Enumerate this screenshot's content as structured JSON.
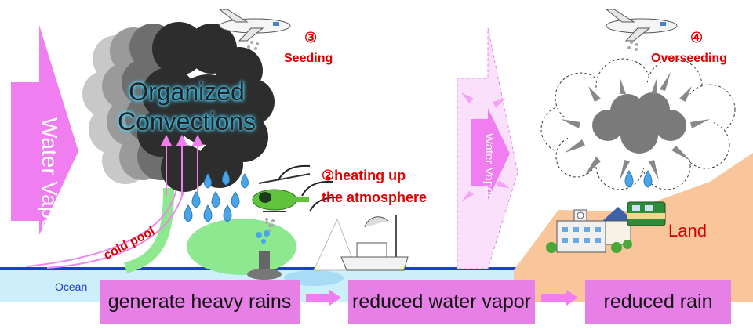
{
  "labels": {
    "water_vapor_left": "Water Vapor",
    "water_vapor_mid": "Water Vapor",
    "organized_line1": "Organized",
    "organized_line2": "Convections",
    "seeding_num": "③",
    "seeding": "Seeding",
    "overseeding_num": "④",
    "overseeding": "Overseeding",
    "heating_line1": "②heating up",
    "heating_line2": "the atmosphere",
    "cold_pool": "cold pool",
    "ocean": "Ocean",
    "land": "Land"
  },
  "steps": [
    "generate heavy rains",
    "reduced water vapor",
    "reduced rain"
  ],
  "colors": {
    "vapor": "#f07ef0",
    "step_box": "#e680e6",
    "red_text": "#e00000",
    "ocean": "#cdeffa",
    "land": "#f8c69a",
    "green_blob": "#8ee890",
    "dark_cloud": "#2d2d2d"
  }
}
